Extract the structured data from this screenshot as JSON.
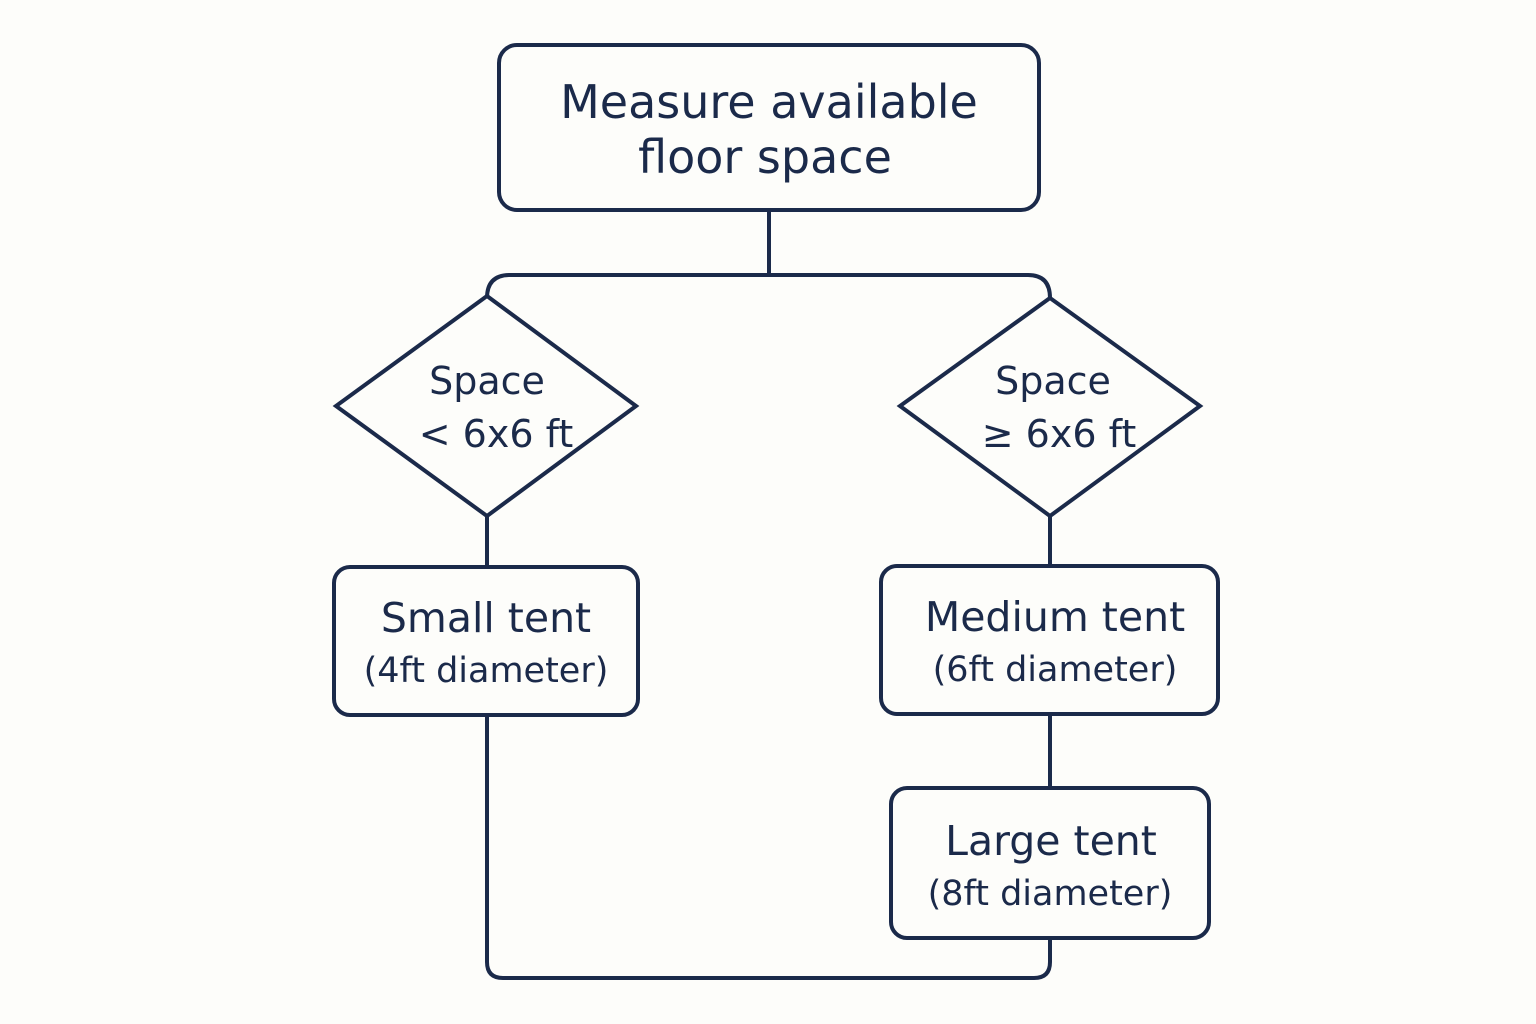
{
  "start": {
    "line1": "Measure available",
    "line2": "floor space"
  },
  "decisions": {
    "left": {
      "line1": "Space",
      "line2": "< 6x6 ft"
    },
    "right": {
      "line1": "Space",
      "line2": "≥ 6x6 ft"
    }
  },
  "outcomes": {
    "small": {
      "title": "Small tent",
      "detail": "(4ft diameter)"
    },
    "medium": {
      "title": "Medium tent",
      "detail": "(6ft diameter)"
    },
    "large": {
      "title": "Large tent",
      "detail": "(8ft diameter)"
    }
  },
  "colors": {
    "stroke": "#1b2a4a",
    "background": "#fdfdfa"
  }
}
